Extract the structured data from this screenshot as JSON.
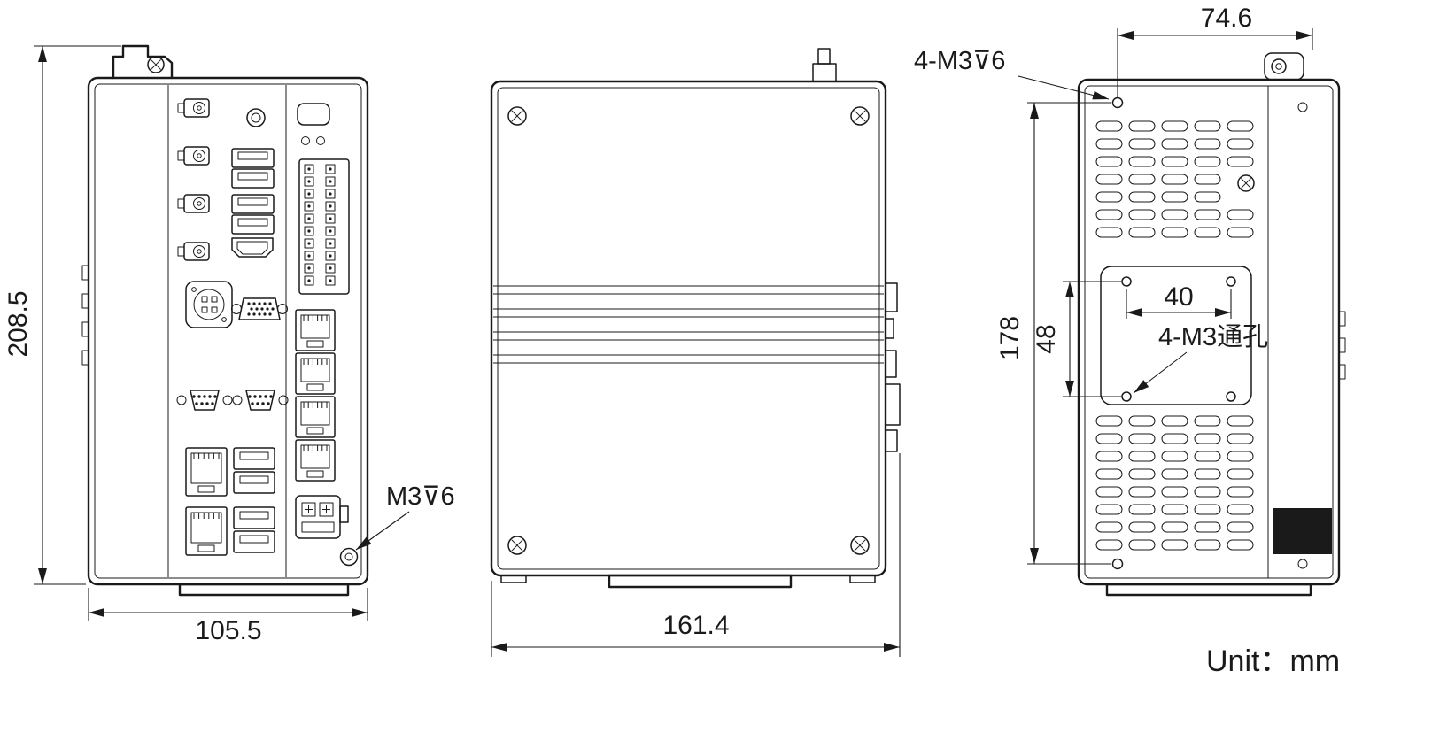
{
  "drawing": {
    "unit_label": "Unit：mm",
    "views": {
      "front": {
        "dim_height": "208.5",
        "dim_width": "105.5",
        "callout_screw": "M3⊽6"
      },
      "side": {
        "dim_depth": "161.4"
      },
      "back": {
        "dim_mount_width": "74.6",
        "dim_mount_height": "178",
        "dim_plate_height": "48",
        "dim_plate_width": "40",
        "callout_mount_screws": "4-M3⊽6",
        "callout_through_holes": "4-M3通孔"
      }
    },
    "colors": {
      "line": "#1a1a1a",
      "background": "#ffffff",
      "label_plate_fill": "#1a1a1a"
    }
  }
}
